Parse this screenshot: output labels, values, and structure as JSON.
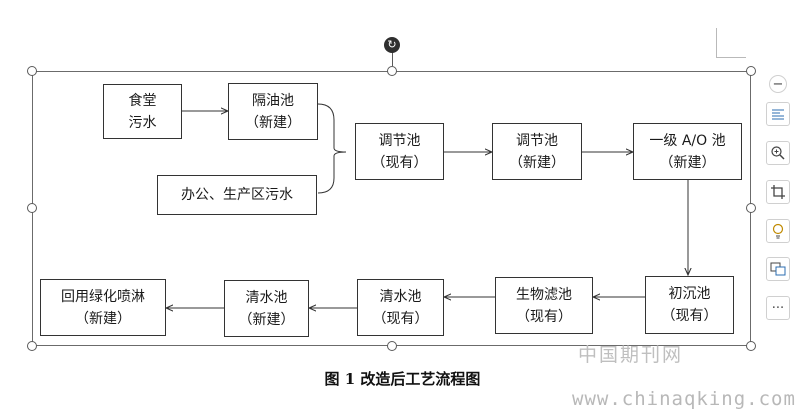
{
  "diagram": {
    "nodes": {
      "canteen": [
        "食堂",
        "污水"
      ],
      "grease": [
        "隔油池",
        "（新建）"
      ],
      "office": [
        "办公、生产区污水"
      ],
      "reg_exist": [
        "调节池",
        "（现有）"
      ],
      "reg_new": [
        "调节池",
        "（新建）"
      ],
      "ao": [
        "一级 A/O 池",
        "（新建）"
      ],
      "primary": [
        "初沉池",
        "（现有）"
      ],
      "biofilter": [
        "生物滤池",
        "（现有）"
      ],
      "clear_exist": [
        "清水池",
        "（现有）"
      ],
      "clear_new": [
        "清水池",
        "（新建）"
      ],
      "reuse": [
        "回用绿化喷淋",
        "（新建）"
      ]
    },
    "caption": "图 1  改造后工艺流程图"
  },
  "editor": {
    "rotate_icon": "rotate-icon",
    "tools": [
      "minus-icon",
      "layout-options-icon",
      "zoom-in-icon",
      "crop-icon",
      "bulb-icon",
      "image-swap-icon",
      "more-icon"
    ],
    "more_label": "···",
    "minus_label": "−"
  },
  "watermark": {
    "line1": "中国期刊网",
    "line2": "www.chinaqking.com"
  }
}
